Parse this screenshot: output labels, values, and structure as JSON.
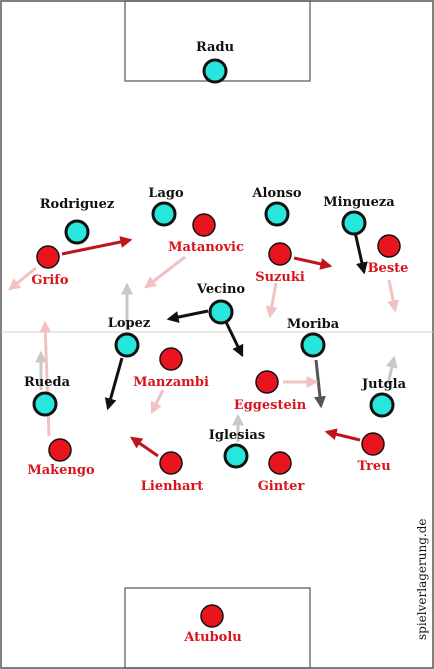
{
  "watermark": "spielverlagerung.de",
  "colors": {
    "blue_fill": "#27e6dc",
    "red_fill": "#e8141e",
    "red_text": "#d8141c",
    "dark_text": "#111111",
    "arrow_dark_red": "#c0141c",
    "arrow_black": "#111111",
    "arrow_grey": "#555555",
    "arrow_light_grey": "#c8c8c8",
    "arrow_pink": "#f0c2c2",
    "pitch_line": "#555555",
    "halfway_line": "#cccccc"
  },
  "players": {
    "blue": [
      {
        "name": "Radu"
      },
      {
        "name": "Rodriguez"
      },
      {
        "name": "Lago"
      },
      {
        "name": "Alonso"
      },
      {
        "name": "Mingueza"
      },
      {
        "name": "Vecino"
      },
      {
        "name": "Lopez"
      },
      {
        "name": "Moriba"
      },
      {
        "name": "Rueda"
      },
      {
        "name": "Jutgla"
      },
      {
        "name": "Iglesias"
      }
    ],
    "red": [
      {
        "name": "Grifo"
      },
      {
        "name": "Matanovic"
      },
      {
        "name": "Suzuki"
      },
      {
        "name": "Beste"
      },
      {
        "name": "Manzambi"
      },
      {
        "name": "Eggestein"
      },
      {
        "name": "Makengo"
      },
      {
        "name": "Lienhart"
      },
      {
        "name": "Ginter"
      },
      {
        "name": "Treu"
      },
      {
        "name": "Atubolu"
      }
    ]
  }
}
